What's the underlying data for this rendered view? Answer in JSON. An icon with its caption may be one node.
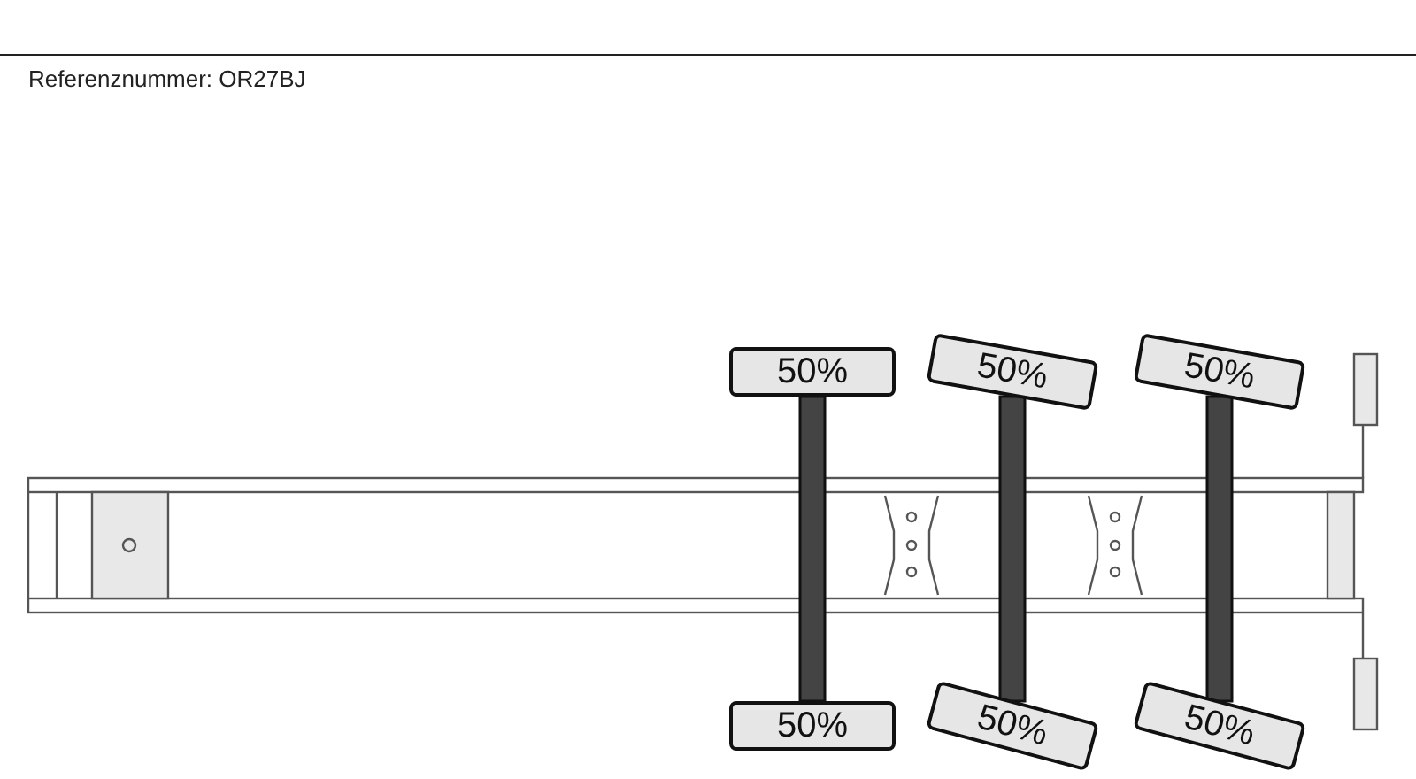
{
  "diagram": {
    "nodes": [
      {
        "text": [
          "50%"
        ]
      },
      {
        "text": [
          "50%"
        ]
      },
      {
        "text": [
          "50%"
        ]
      },
      {
        "text": [
          "50%"
        ]
      },
      {
        "text": [
          "50%"
        ]
      },
      {
        "text": [
          "50%"
        ]
      }
    ],
    "edges": [
      {
        "from": 0,
        "to": 3,
        "arrow": "none"
      },
      {
        "from": 1,
        "to": 4,
        "arrow": "none"
      },
      {
        "from": 2,
        "to": 5,
        "arrow": "none"
      }
    ],
    "labels": [
      "Referenznummer: OR27BJ"
    ]
  }
}
